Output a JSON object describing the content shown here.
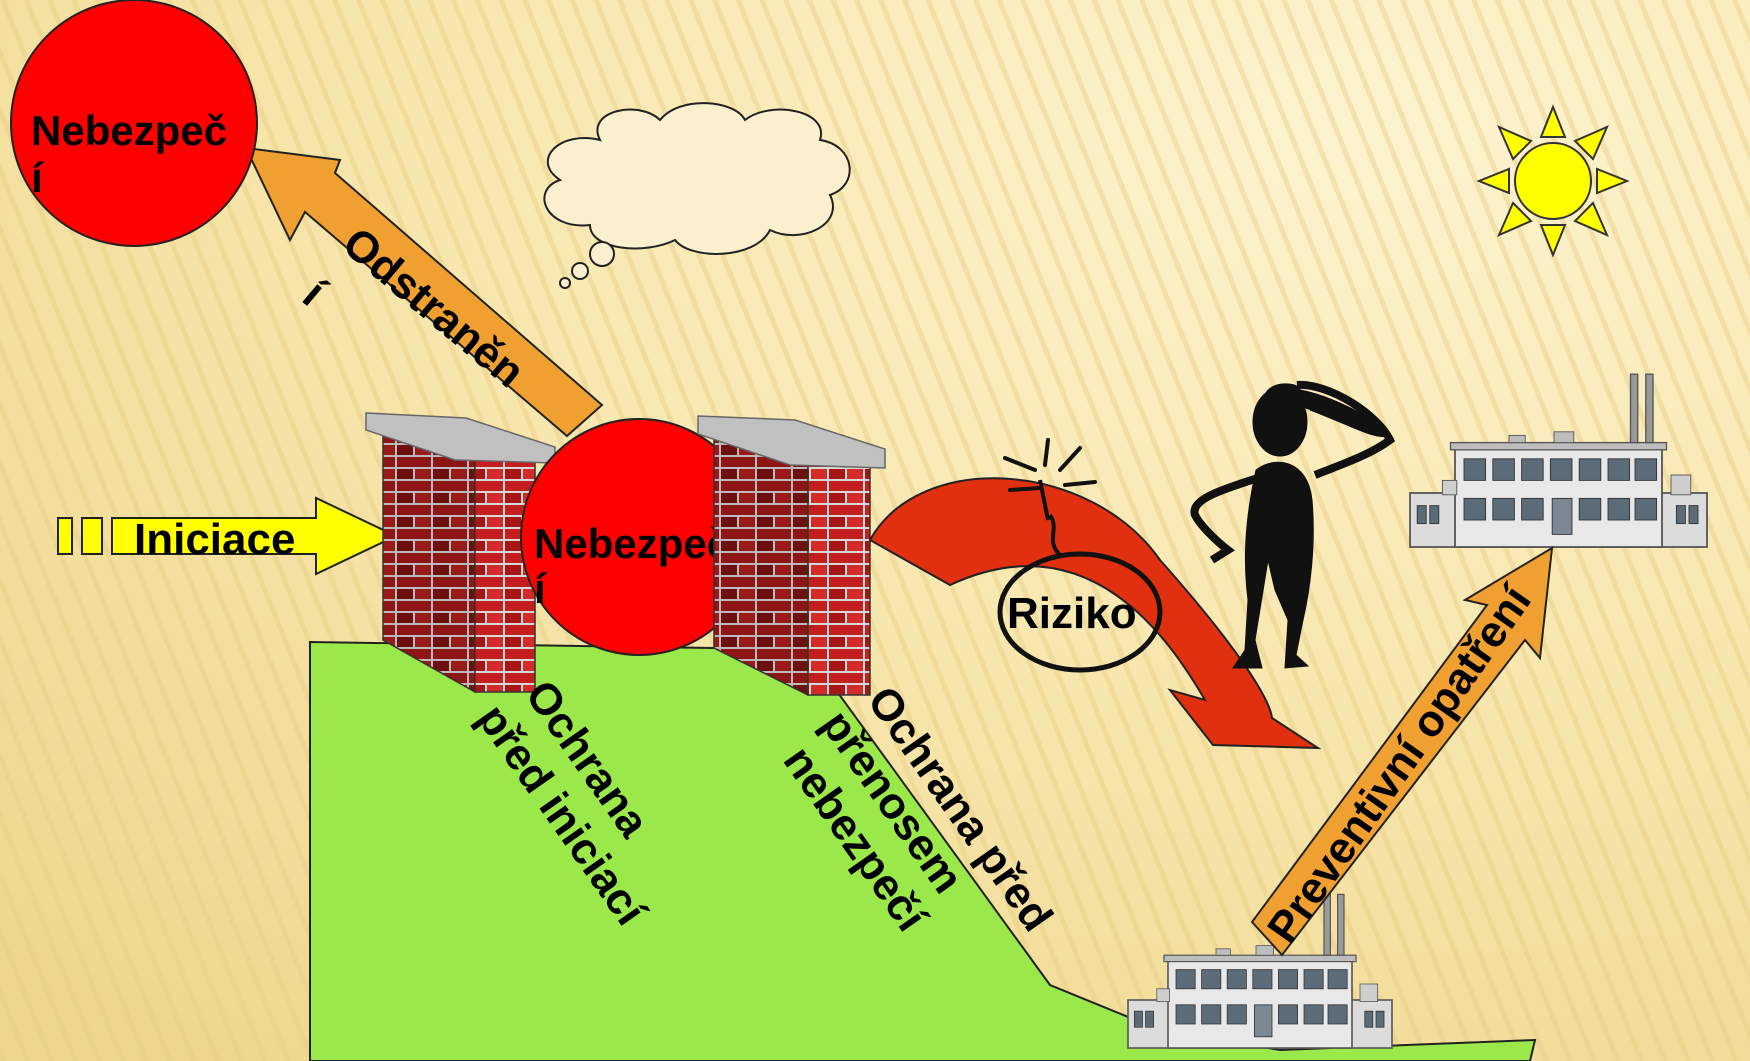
{
  "labels": {
    "top_hazard_line1": "Nebezpeč",
    "top_hazard_line2": "í",
    "center_hazard_line1": "Nebezpeč",
    "center_hazard_line2": "í",
    "removal_main": "Odstraněn",
    "removal_tail": "í",
    "initiation": "Iniciace",
    "risk": "Riziko",
    "protect_initiation_line1": "Ochrana",
    "protect_initiation_line2": "před iniciací",
    "protect_transfer_line1": "Ochrana před",
    "protect_transfer_line2": "přenosem",
    "protect_transfer_line3": "nebezpečí",
    "preventive": "Preventivní opatření"
  },
  "colors": {
    "background": "#f6e7ad",
    "hazard": "#ff0000",
    "arrow_orange": "#f0a030",
    "arrow_yellow": "#ffff00",
    "hill": "#9be84a",
    "sun": "#ffff00",
    "brick": "#b81e1e",
    "red_arrow": "#e03010"
  },
  "icons": {
    "sun": "sun-icon",
    "cloud": "thought-cloud-icon",
    "person": "thinking-person-icon",
    "factory": "factory-icon",
    "bomb": "bomb-icon"
  }
}
